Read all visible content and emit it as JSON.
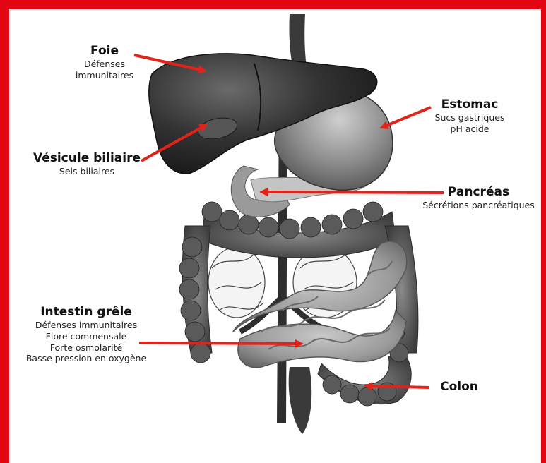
{
  "colors": {
    "frame": "#e20613",
    "arrow": "#e2231a",
    "organ_dark": "#2b2b2b",
    "organ_mid": "#7a7a7a",
    "organ_light": "#b9b9b9"
  },
  "labels": {
    "foie": {
      "title": "Foie",
      "lines": [
        "Défenses",
        "immunitaires"
      ]
    },
    "vesicule": {
      "title": "Vésicule biliaire",
      "lines": [
        "Sels biliaires"
      ]
    },
    "estomac": {
      "title": "Estomac",
      "lines": [
        "Sucs gastriques",
        "pH acide"
      ]
    },
    "pancreas": {
      "title": "Pancréas",
      "lines": [
        "Sécrétions pancréatiques"
      ]
    },
    "intestin": {
      "title": "Intestin grêle",
      "lines": [
        "Défenses immunitaires",
        "Flore commensale",
        "Forte osmolarité",
        "Basse pression en oxygène"
      ]
    },
    "colon": {
      "title": "Colon",
      "lines": []
    }
  }
}
